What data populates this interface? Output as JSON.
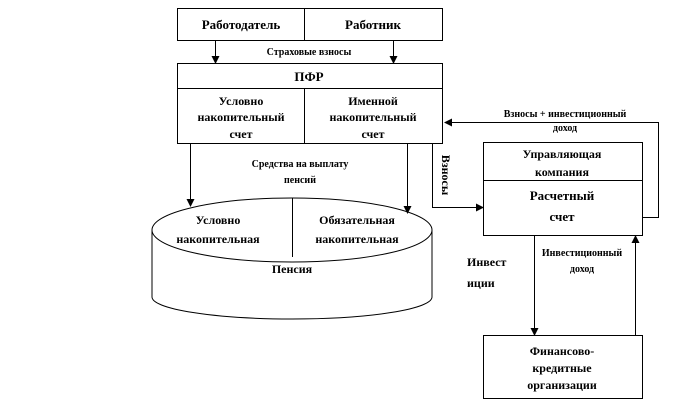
{
  "top": {
    "employer": "Работодатель",
    "employee": "Работник",
    "contributions_label": "Страховые взносы"
  },
  "pfr": {
    "title": "ПФР",
    "left": [
      "Условно",
      "накопительный",
      "счет"
    ],
    "right": [
      "Именной",
      "накопительный",
      "счет"
    ]
  },
  "payout_label": [
    "Средства на выплату",
    "пенсий"
  ],
  "pension": {
    "left": [
      "Условно",
      "накопительная"
    ],
    "right": [
      "Обязательная",
      "накопительная"
    ],
    "title": "Пенсия"
  },
  "contributions_vertical": "Взносы",
  "feedback_label": [
    "Взносы + инвестиционный",
    "доход"
  ],
  "manager": {
    "title": [
      "Управляющая",
      "компания"
    ],
    "account": [
      "Расчетный",
      "счет"
    ]
  },
  "investments_label": [
    "Инвест",
    "иции"
  ],
  "income_label": [
    "Инвестиционный",
    "доход"
  ],
  "finance": [
    "Финансово-",
    "кредитные",
    "организации"
  ]
}
